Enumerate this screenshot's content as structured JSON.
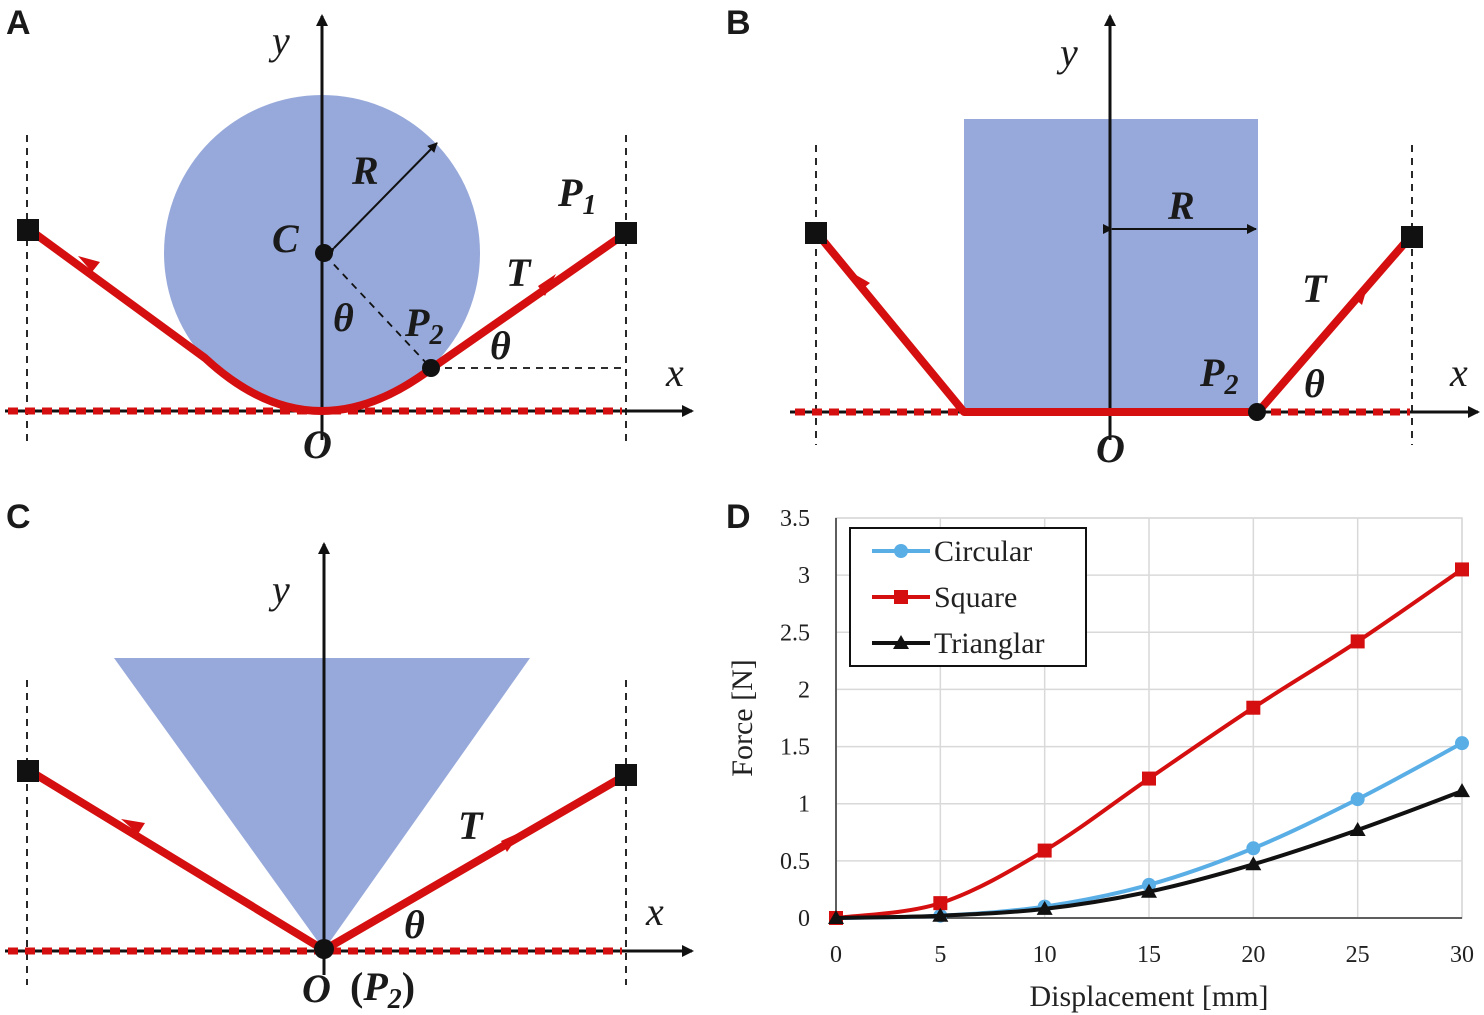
{
  "panels": {
    "A": {
      "letter": "A",
      "y": "y",
      "x": "x",
      "R": "R",
      "C": "C",
      "P1": "P",
      "P1_sub": "1",
      "T": "T",
      "theta1": "θ",
      "theta2": "θ",
      "P2": "P",
      "P2_sub": "2",
      "O": "O"
    },
    "B": {
      "letter": "B",
      "y": "y",
      "x": "x",
      "R": "R",
      "T": "T",
      "theta": "θ",
      "P2": "P",
      "P2_sub": "2",
      "O": "O"
    },
    "C": {
      "letter": "C",
      "y": "y",
      "x": "x",
      "T": "T",
      "theta": "θ",
      "O": "O",
      "P2_paren_open": "(",
      "P2": "P",
      "P2_sub": "2",
      "P2_paren_close": ")"
    },
    "D": {
      "letter": "D"
    }
  },
  "colors": {
    "shape": "#97a9da",
    "rope": "#d50f0f",
    "circular": "#5aaee6",
    "square": "#d50f0f",
    "triangular": "#111111"
  },
  "chart_data": {
    "type": "line",
    "xlabel": "Displacement [mm]",
    "ylabel": "Force [N]",
    "xlim": [
      0,
      30
    ],
    "ylim": [
      0,
      3.5
    ],
    "xticks": [
      0,
      5,
      10,
      15,
      20,
      25,
      30
    ],
    "yticks": [
      0,
      0.5,
      1,
      1.5,
      2,
      2.5,
      3,
      3.5
    ],
    "xtick_labels": [
      "0",
      "5",
      "10",
      "15",
      "20",
      "25",
      "30"
    ],
    "ytick_labels": [
      "0",
      "0.5",
      "1",
      "1.5",
      "2",
      "2.5",
      "3",
      "3.5"
    ],
    "grid": true,
    "legend_position": "top-left",
    "x": [
      0,
      5,
      10,
      15,
      20,
      25,
      30
    ],
    "series": [
      {
        "name": "Circular",
        "marker": "circle",
        "color": "#5aaee6",
        "values": [
          0,
          0.02,
          0.1,
          0.29,
          0.61,
          1.04,
          1.53
        ]
      },
      {
        "name": "Square",
        "marker": "square",
        "color": "#d50f0f",
        "values": [
          0,
          0.13,
          0.59,
          1.22,
          1.84,
          2.42,
          3.05
        ]
      },
      {
        "name": "Trianglar",
        "marker": "triangle",
        "color": "#111111",
        "values": [
          0,
          0.02,
          0.08,
          0.23,
          0.47,
          0.77,
          1.11
        ]
      }
    ]
  }
}
